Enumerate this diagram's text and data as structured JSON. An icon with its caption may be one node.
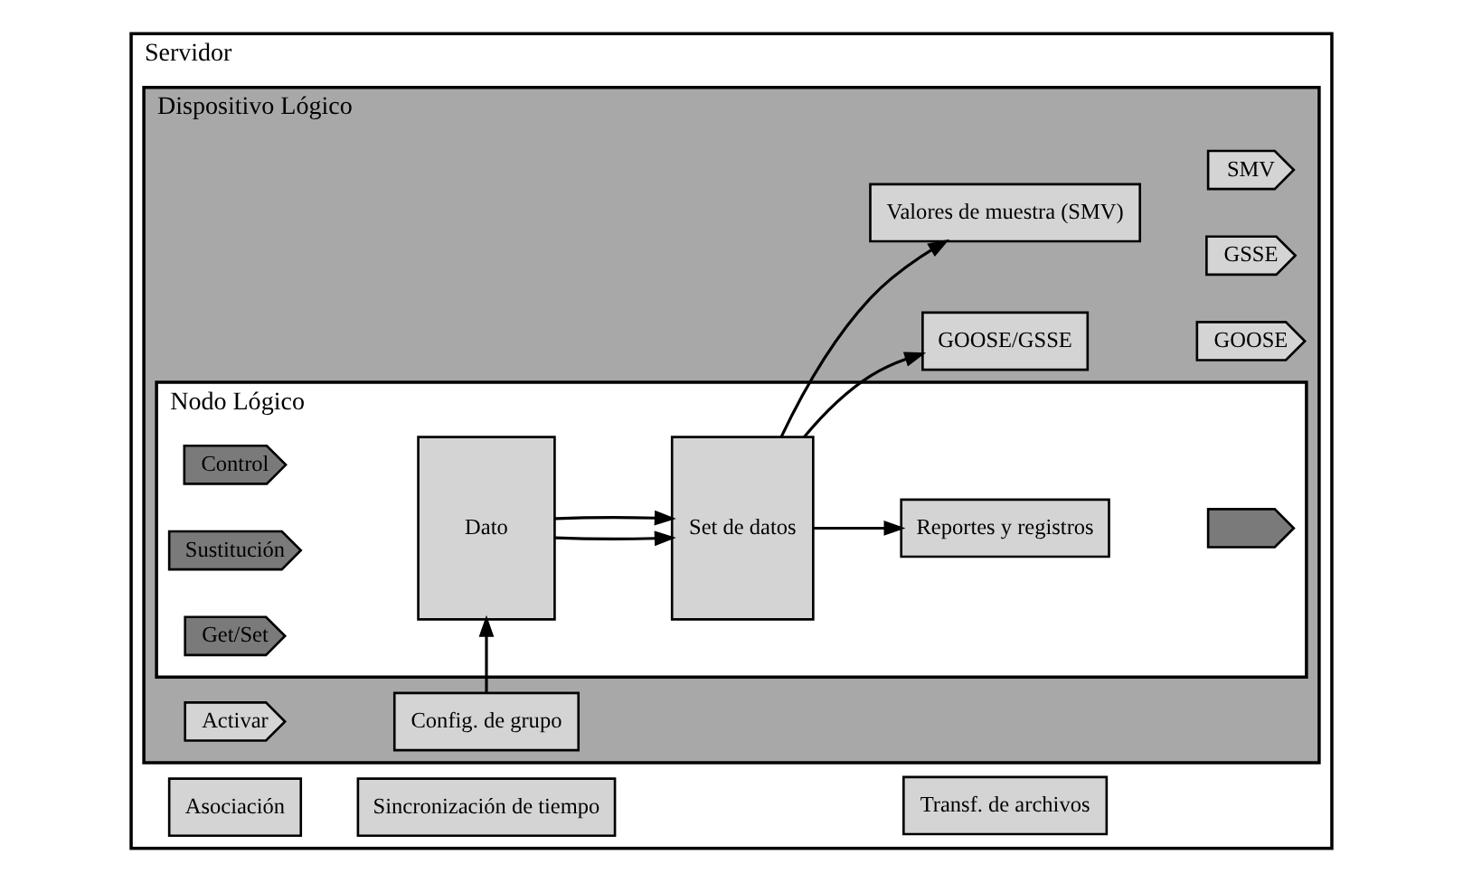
{
  "diagram": {
    "nodes": [
      {
        "text": [
          "Servidor"
        ]
      },
      {
        "text": [
          "Dispositivo Lógico"
        ],
        "in": 0
      },
      {
        "text": [
          "Nodo Lógico"
        ],
        "in": 1
      },
      {
        "text": [
          "Control"
        ],
        "in": 2
      },
      {
        "text": [
          "Sustitución"
        ],
        "in": 2
      },
      {
        "text": [
          "Get/Set"
        ],
        "in": 2
      },
      {
        "text": [
          "Dato"
        ],
        "in": 2
      },
      {
        "text": [
          "Set de datos"
        ],
        "in": 2
      },
      {
        "text": [
          "Reportes y registros"
        ],
        "in": 2
      },
      {
        "text": [],
        "shape": "arrow",
        "in": 2
      },
      {
        "text": [
          "GOOSE/GSSE"
        ],
        "in": 1
      },
      {
        "text": [
          "GOOSE"
        ],
        "in": 1
      },
      {
        "text": [
          "GSSE"
        ],
        "in": 1
      },
      {
        "text": [
          "Valores de muestra (SMV)"
        ],
        "in": 1
      },
      {
        "text": [
          "SMV"
        ],
        "in": 1
      },
      {
        "text": [
          "Activar"
        ],
        "in": 1
      },
      {
        "text": [
          "Config. de grupo"
        ],
        "in": 1
      },
      {
        "text": [
          "Asociación"
        ],
        "in": 0
      },
      {
        "text": [
          "Sincronización de tiempo"
        ],
        "in": 0
      },
      {
        "text": [
          "Transf. de archivos"
        ],
        "in": 0
      }
    ],
    "edges": [
      {
        "from": 6,
        "to": 7,
        "arrow": "to"
      },
      {
        "from": 6,
        "to": 7,
        "arrow": "to"
      },
      {
        "from": 7,
        "to": 8,
        "arrow": "to"
      },
      {
        "from": 7,
        "to": 10,
        "arrow": "to"
      },
      {
        "from": 7,
        "to": 13,
        "arrow": "to"
      },
      {
        "from": 16,
        "to": 6,
        "arrow": "to"
      }
    ]
  }
}
